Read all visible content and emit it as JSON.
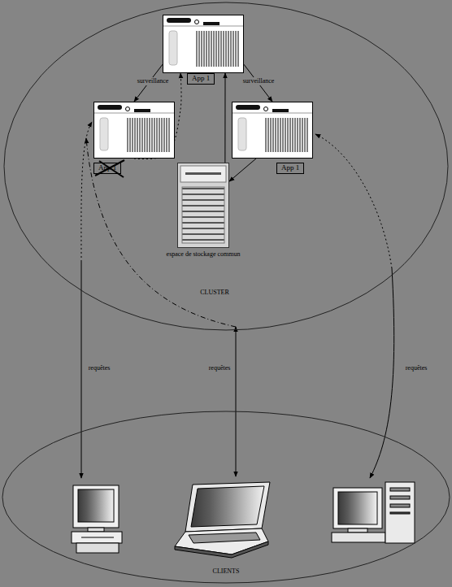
{
  "diagram": {
    "nodes": [
      {
        "text": [
          "CLUSTER"
        ]
      },
      {
        "text": [
          "App 1"
        ],
        "in": 0
      },
      {
        "text": [
          "App 1"
        ],
        "in": 0
      },
      {
        "text": [
          "App 1"
        ],
        "in": 0
      },
      {
        "text": [
          "espace de stockage commun"
        ],
        "in": 0
      },
      {
        "text": [
          "CLIENTS"
        ]
      }
    ],
    "edges": [
      {
        "from": 1,
        "to": 2,
        "arrow": "to",
        "label": "surveillance"
      },
      {
        "from": 1,
        "to": 3,
        "arrow": "to",
        "label": "surveillance"
      },
      {
        "from": 4,
        "to": 1,
        "arrow": "to"
      },
      {
        "from": 3,
        "to": 4,
        "arrow": "to"
      },
      {
        "from": 2,
        "to": 1,
        "arrow": "to"
      }
    ],
    "labels": [
      "requêtes",
      "requêtes",
      "requêtes"
    ]
  }
}
